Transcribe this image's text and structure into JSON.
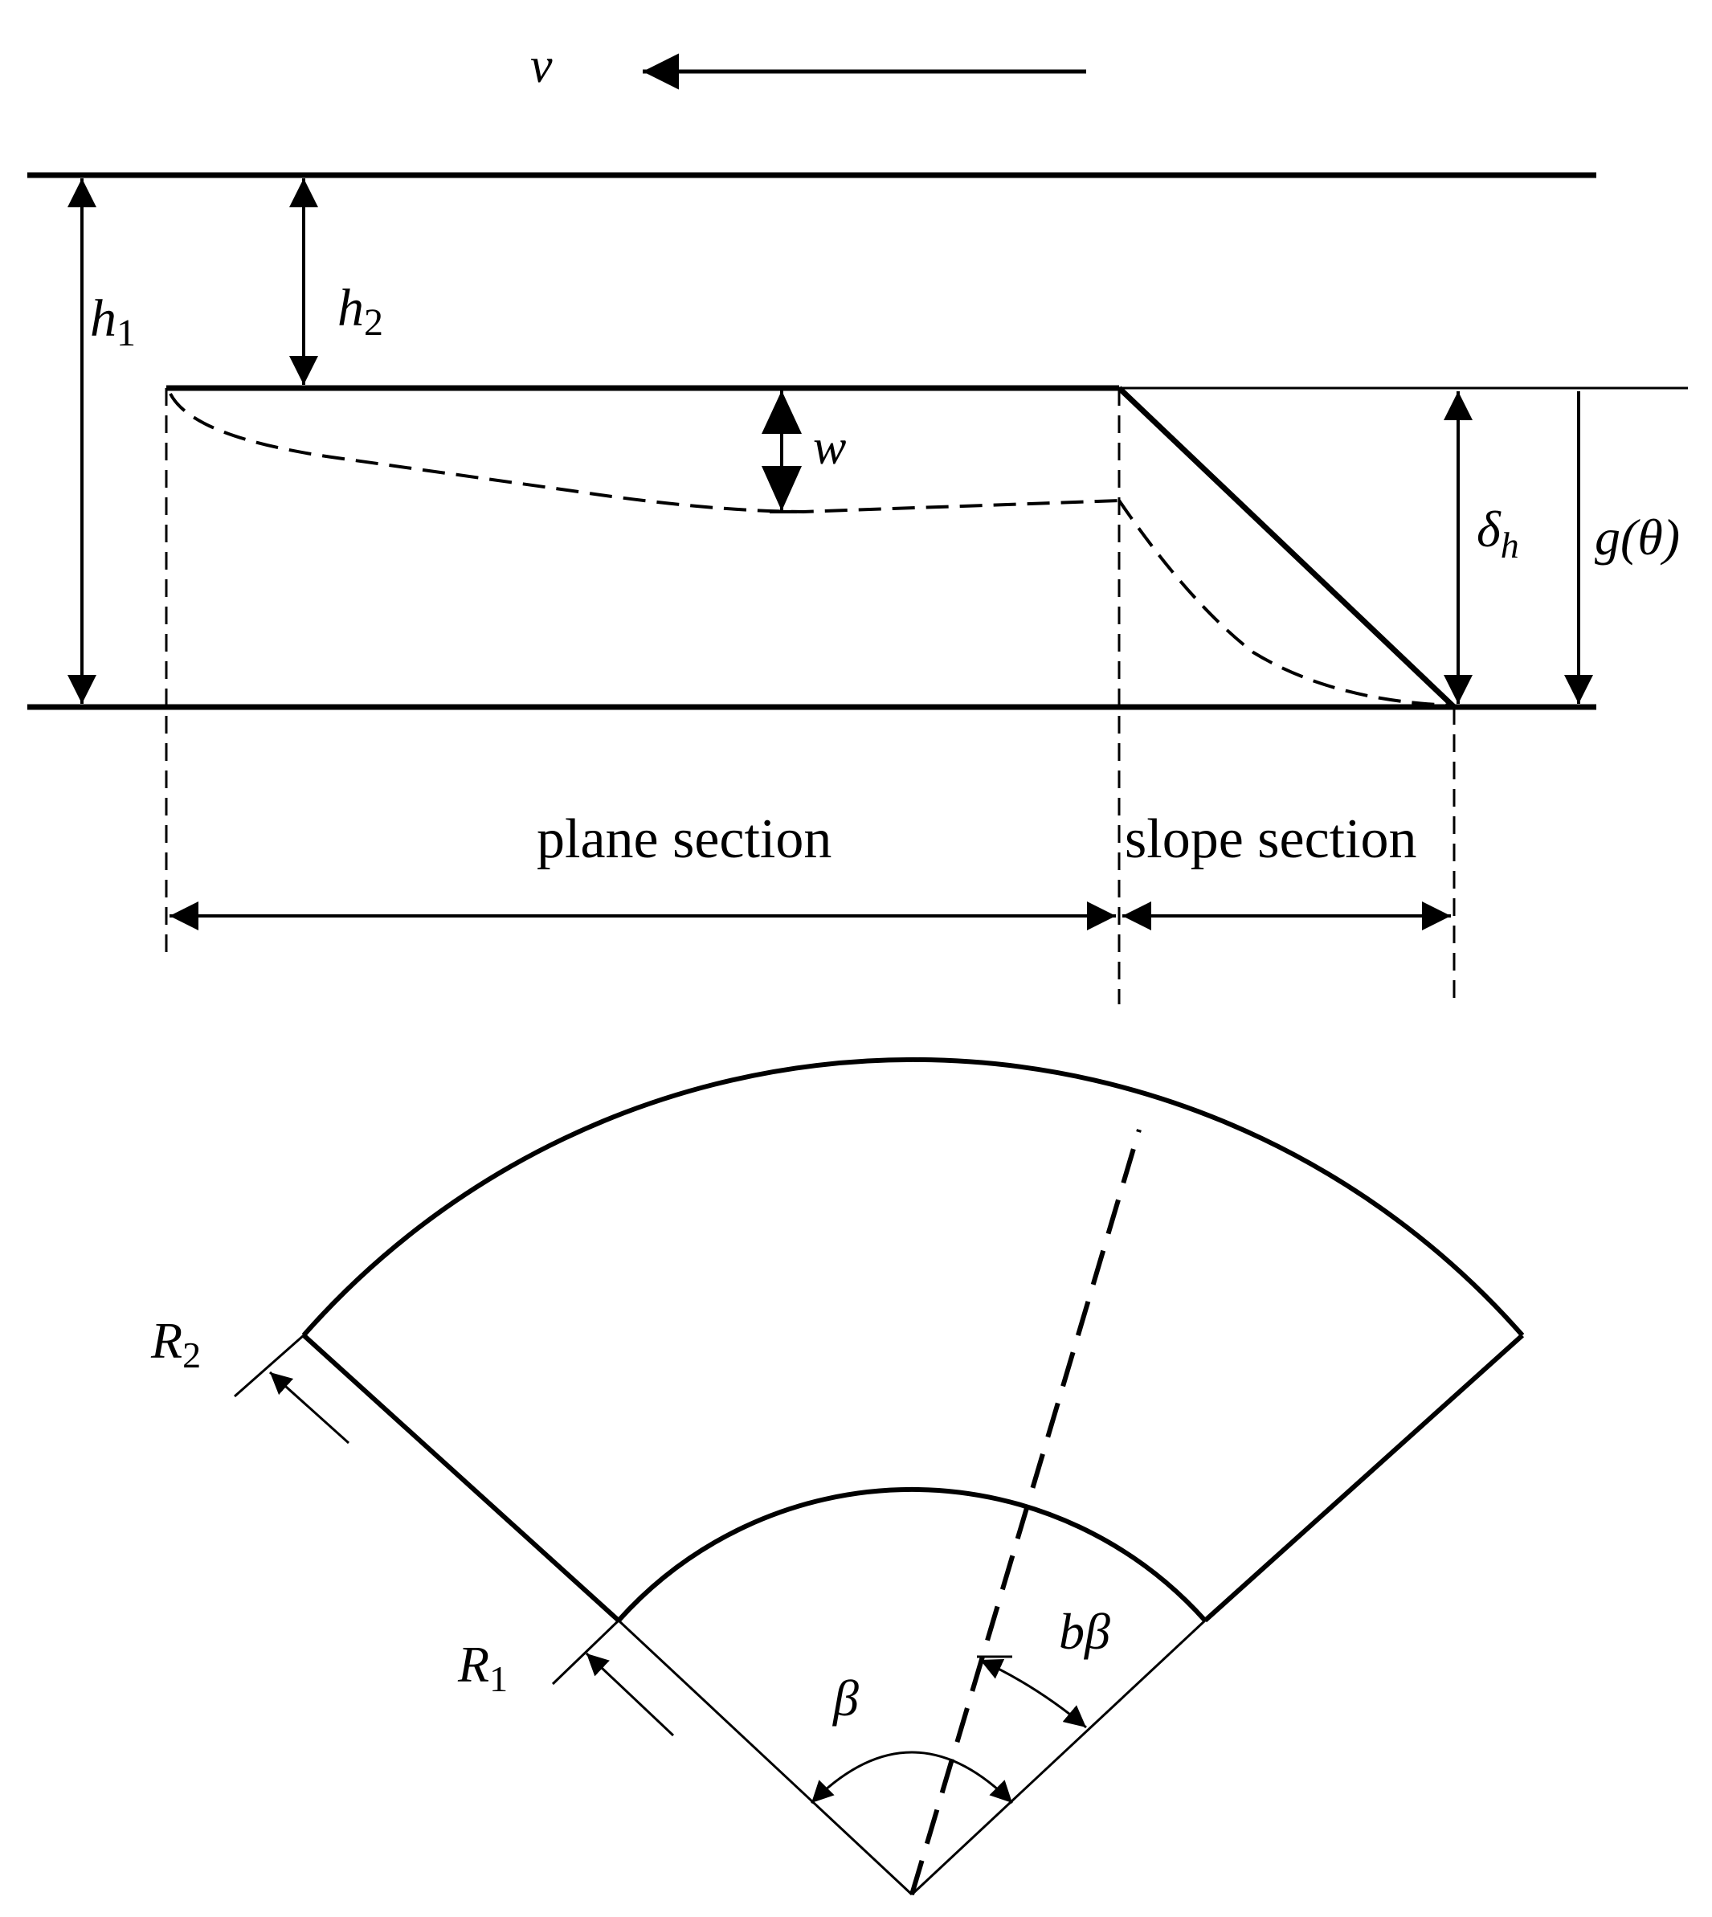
{
  "labels": {
    "velocity": "v",
    "h1": "h",
    "h1_sub": "1",
    "h2": "h",
    "h2_sub": "2",
    "w": "w",
    "delta_h": "δ",
    "delta_h_sub": "h",
    "g_theta": "g(θ)",
    "plane_section": "plane section",
    "slope_section": "slope section",
    "R2": "R",
    "R2_sub": "2",
    "R1": "R",
    "R1_sub": "1",
    "beta": "β",
    "b_beta": "bβ"
  }
}
